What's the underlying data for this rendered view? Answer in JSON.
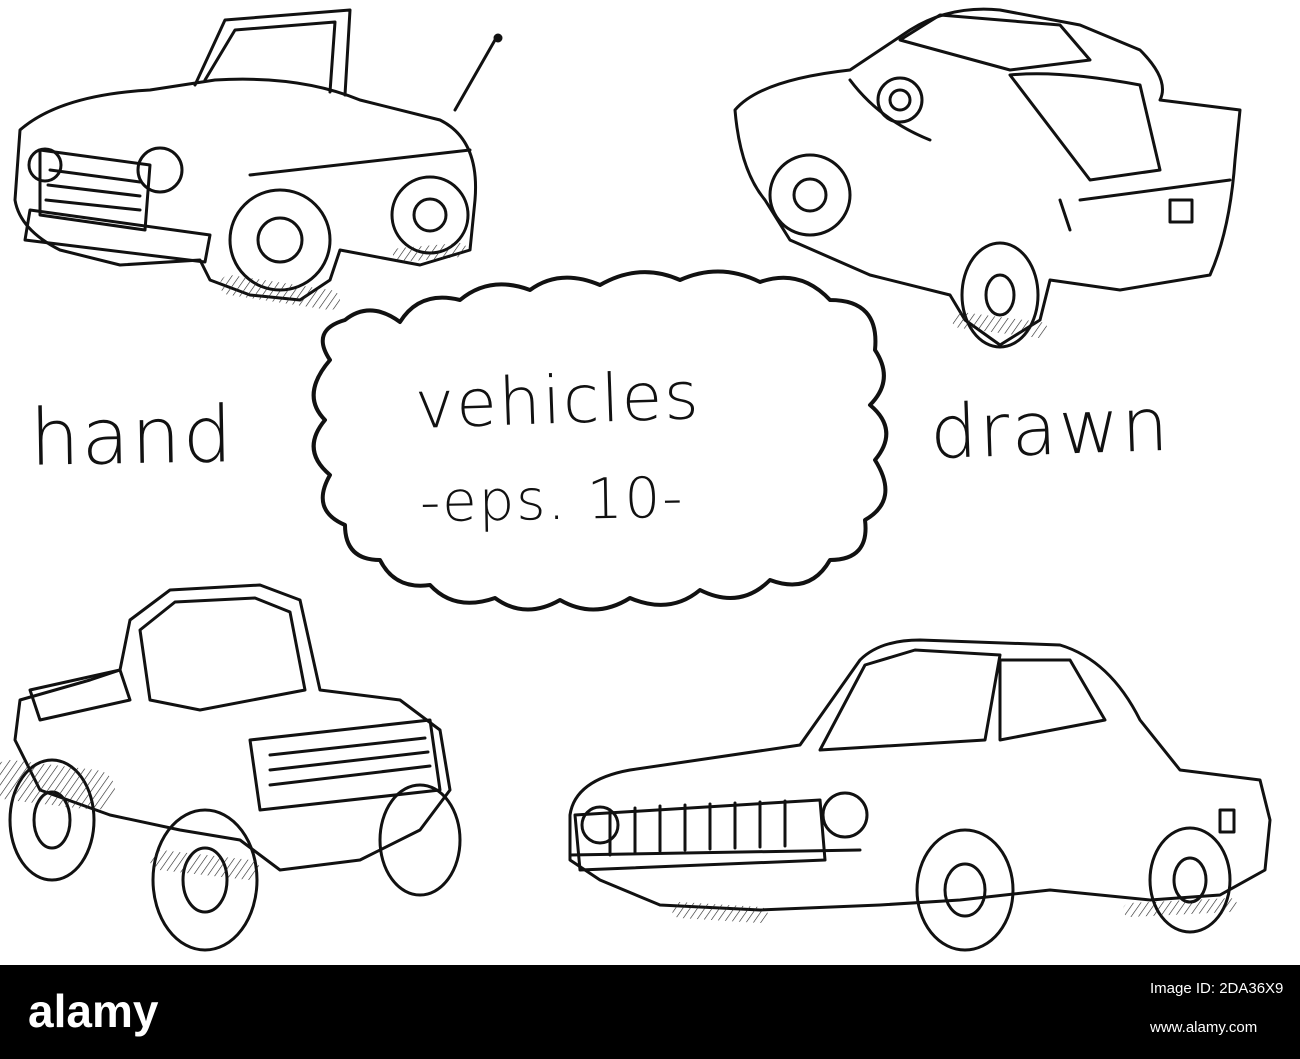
{
  "artwork": {
    "word_left": "hand",
    "word_center": "vehicles",
    "sub_label": "-eps. 10-",
    "word_right": "drawn"
  },
  "footer": {
    "brand": "alamy",
    "image_id": "Image ID: 2DA36X9",
    "site": "www.alamy.com"
  },
  "colors": {
    "background": "#ffffff",
    "ink": "#111111",
    "footer_bg": "#000000",
    "footer_text": "#ffffff"
  },
  "icons": [
    "convertible-car-icon",
    "sports-car-rear-icon",
    "monster-truck-icon",
    "sedan-car-icon",
    "cloud-frame-icon",
    "alamy-logo"
  ]
}
